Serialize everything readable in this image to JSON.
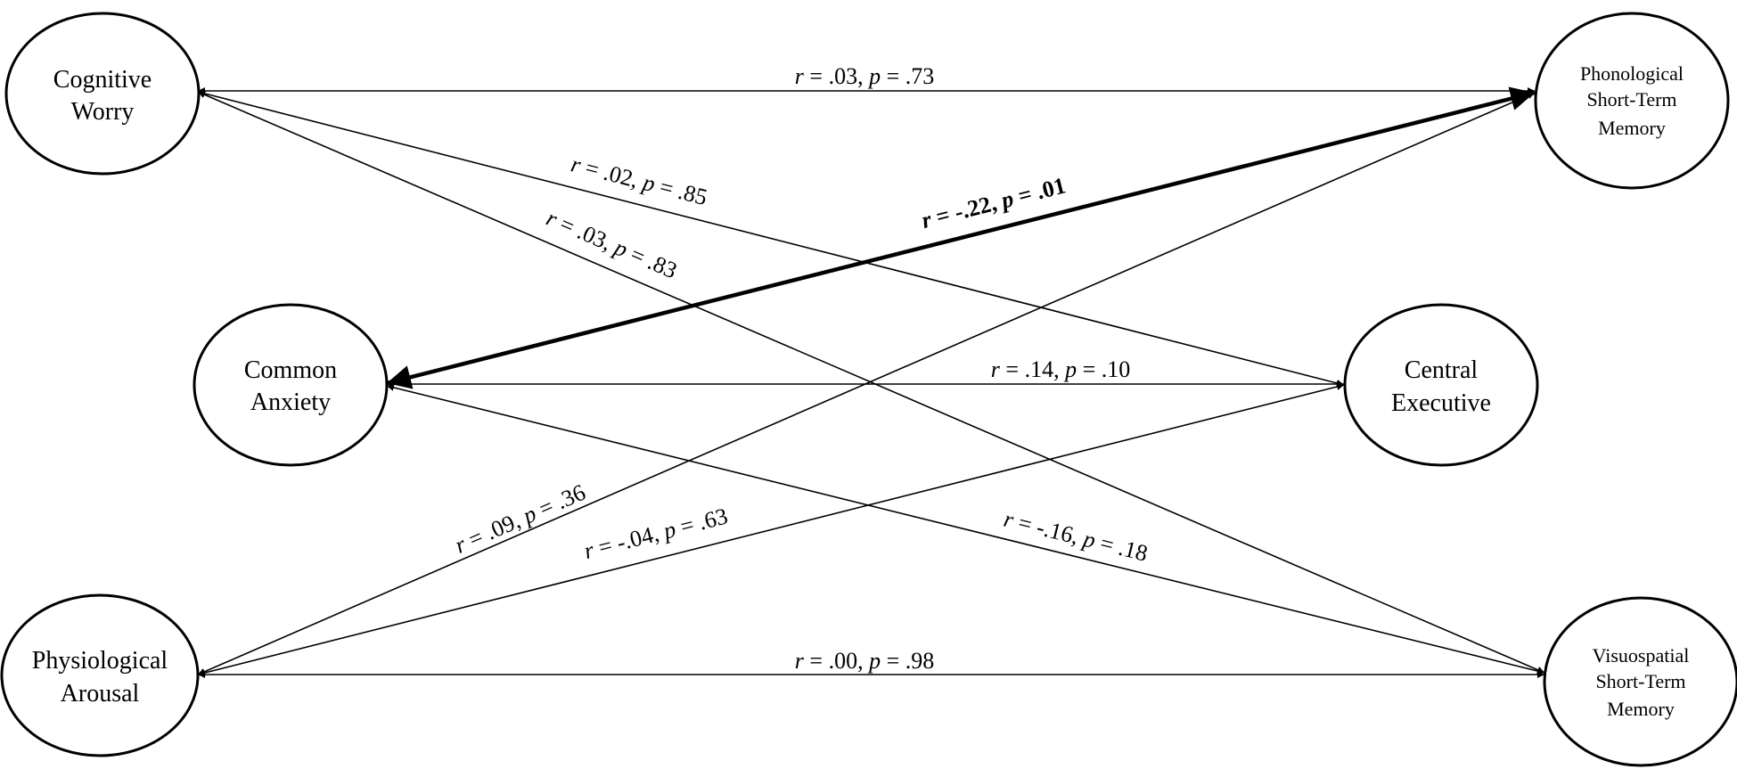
{
  "nodes": {
    "cognitive_worry": {
      "lines": [
        "Cognitive",
        "Worry"
      ]
    },
    "common_anxiety": {
      "lines": [
        "Common",
        "Anxiety"
      ]
    },
    "physiological_arousal": {
      "lines": [
        "Physiological",
        "Arousal"
      ]
    },
    "phonological_stm": {
      "lines": [
        "Phonological",
        "Short-Term",
        "Memory"
      ]
    },
    "central_executive": {
      "lines": [
        "Central",
        "Executive"
      ]
    },
    "visuospatial_stm": {
      "lines": [
        "Visuospatial",
        "Short-Term",
        "Memory"
      ]
    }
  },
  "edges": {
    "cw_phon": {
      "r": ".03",
      "p": ".73"
    },
    "cw_ce": {
      "r": ".02",
      "p": ".85"
    },
    "cw_vis": {
      "r": ".03",
      "p": ".83"
    },
    "ca_phon": {
      "r": "-.22",
      "p": ".01",
      "significant": true
    },
    "ca_ce": {
      "r": ".14",
      "p": ".10"
    },
    "ca_vis": {
      "r": "-.16",
      "p": ".18"
    },
    "pa_phon": {
      "r": ".09",
      "p": ".36"
    },
    "pa_ce": {
      "r": "-.04",
      "p": ".63"
    },
    "pa_vis": {
      "r": ".00",
      "p": ".98"
    }
  },
  "label_template": {
    "r_symbol": "r",
    "p_symbol": "p",
    "eq": " = ",
    "sep": ", "
  },
  "colors": {
    "stroke": "#000000",
    "background": "#ffffff"
  }
}
